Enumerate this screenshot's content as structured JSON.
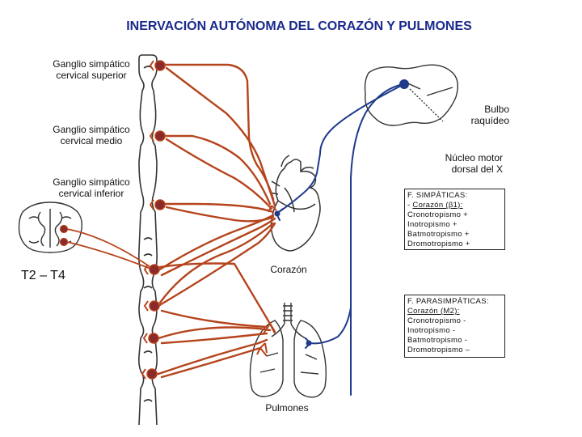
{
  "title": "INERVACIÓN AUTÓNOMA DEL CORAZÓN Y PULMONES",
  "labels": {
    "ganglion_superior": [
      "Ganglio simpático",
      "cervical superior"
    ],
    "ganglion_medio": [
      "Ganglio simpático",
      "cervical medio"
    ],
    "ganglion_inferior": [
      "Ganglio simpático",
      "cervical inferior"
    ],
    "t2_t4": "T2 – T4",
    "bulbo": [
      "Bulbo",
      "raquídeo"
    ],
    "nucleo": [
      "Núcleo motor",
      "dorsal del X"
    ],
    "corazon": "Corazón",
    "pulmones": "Pulmones"
  },
  "sympathetic_box": {
    "title": "F. SIMPÁTICAS:",
    "prefix": "- ",
    "organ": "Corazón (β1):",
    "lines": [
      "Cronotropismo +",
      "Inotropismo +",
      "Batmotropismo +",
      "Dromotropismo +"
    ]
  },
  "parasympathetic_box": {
    "title": "F. PARASIMPÁTICAS:",
    "organ": "Corazón (M2):",
    "lines": [
      "Cronotropismo -",
      "Inotropismo -",
      "Batmotropismo -",
      "Dromotropismo –"
    ]
  },
  "colors": {
    "sympathetic": "#b5441c",
    "ganglion_fill": "#8b2a2a",
    "parasympathetic": "#1f3a8a",
    "title": "#1a2a8c"
  }
}
